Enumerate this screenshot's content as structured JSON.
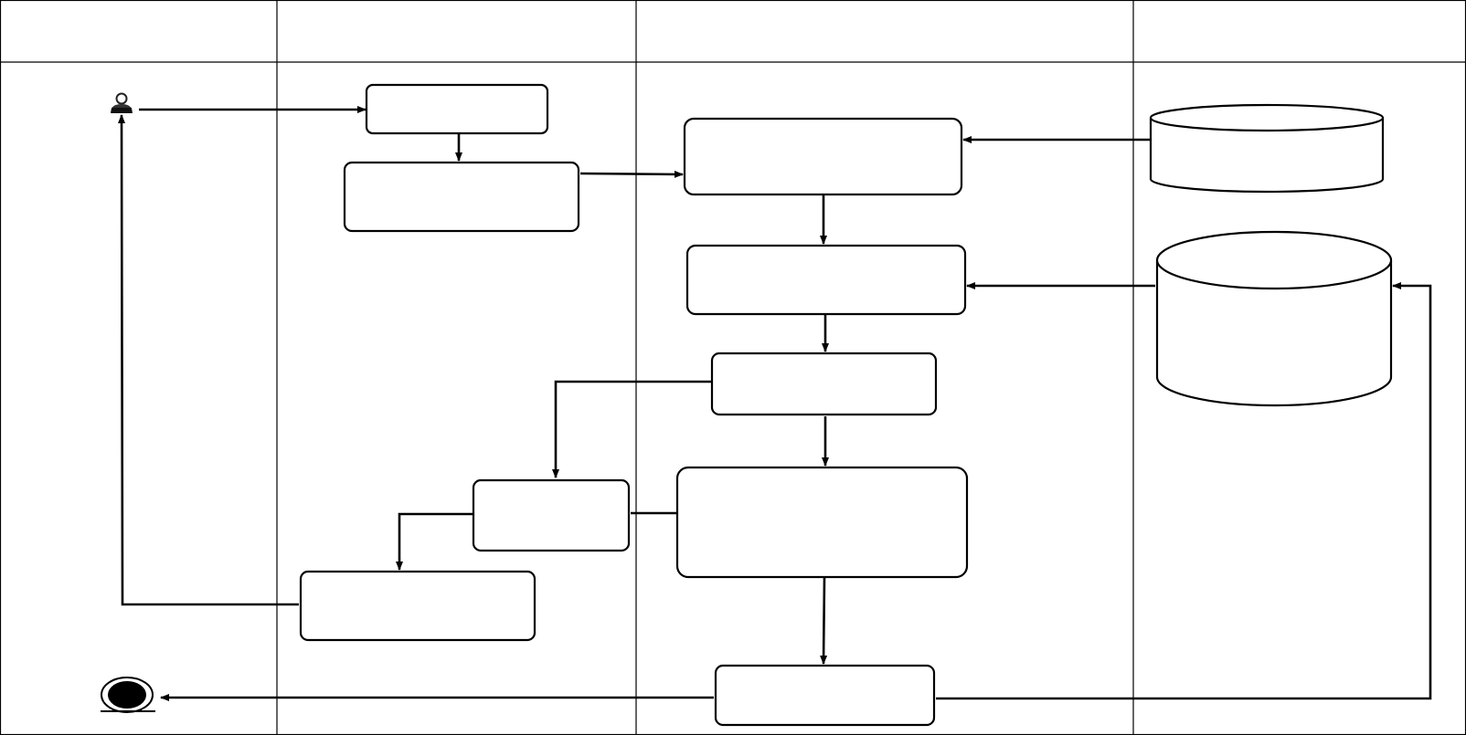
{
  "diagram": {
    "type": "swimlane-activity",
    "lanes": [
      {
        "id": "lane-1",
        "title": ""
      },
      {
        "id": "lane-2",
        "title": ""
      },
      {
        "id": "lane-3",
        "title": ""
      },
      {
        "id": "lane-4",
        "title": ""
      }
    ],
    "nodes": [
      {
        "id": "actor",
        "kind": "actor-icon",
        "label": ""
      },
      {
        "id": "box-a",
        "kind": "process",
        "label": ""
      },
      {
        "id": "box-b",
        "kind": "process",
        "label": ""
      },
      {
        "id": "box-c",
        "kind": "process",
        "label": ""
      },
      {
        "id": "box-d",
        "kind": "process",
        "label": ""
      },
      {
        "id": "box-e",
        "kind": "process",
        "label": ""
      },
      {
        "id": "box-f",
        "kind": "process",
        "label": ""
      },
      {
        "id": "box-g",
        "kind": "process",
        "label": ""
      },
      {
        "id": "box-h",
        "kind": "process",
        "label": ""
      },
      {
        "id": "box-i",
        "kind": "process",
        "label": ""
      },
      {
        "id": "db-1",
        "kind": "database",
        "label": ""
      },
      {
        "id": "db-2",
        "kind": "database",
        "label": ""
      },
      {
        "id": "end",
        "kind": "end-node",
        "label": ""
      }
    ],
    "edges": [
      {
        "from": "actor",
        "to": "box-a"
      },
      {
        "from": "box-a",
        "to": "box-b"
      },
      {
        "from": "box-b",
        "to": "box-c"
      },
      {
        "from": "db-1",
        "to": "box-c"
      },
      {
        "from": "box-c",
        "to": "box-d"
      },
      {
        "from": "db-2",
        "to": "box-d"
      },
      {
        "from": "box-d",
        "to": "box-e"
      },
      {
        "from": "box-e",
        "to": "box-g"
      },
      {
        "from": "box-e",
        "to": "box-f"
      },
      {
        "from": "box-g",
        "to": "box-f"
      },
      {
        "from": "box-g",
        "to": "box-h"
      },
      {
        "from": "box-h",
        "to": "actor"
      },
      {
        "from": "box-f",
        "to": "box-i"
      },
      {
        "from": "box-i",
        "to": "end"
      },
      {
        "from": "box-i",
        "to": "db-2"
      }
    ]
  }
}
